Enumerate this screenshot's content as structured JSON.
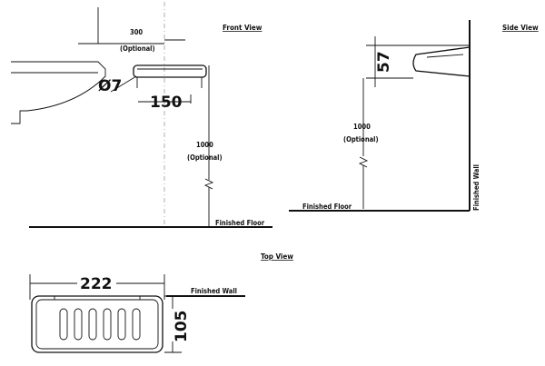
{
  "views": {
    "front": "Front View",
    "side": "Side View",
    "top": "Top View"
  },
  "dims": {
    "optional_width_value": "300",
    "optional_width_note": "(Optional)",
    "diameter": "Ø7",
    "hole_spacing": "150",
    "front_height_value": "1000",
    "front_height_note": "(Optional)",
    "side_height_value": "1000",
    "side_height_note": "(Optional)",
    "tray_height": "57",
    "tray_length": "222",
    "tray_depth": "105"
  },
  "labels": {
    "front_floor": "Finished Floor",
    "side_floor": "Finished Floor",
    "side_wall": "Finished Wall",
    "top_wall": "Finished Wall"
  }
}
